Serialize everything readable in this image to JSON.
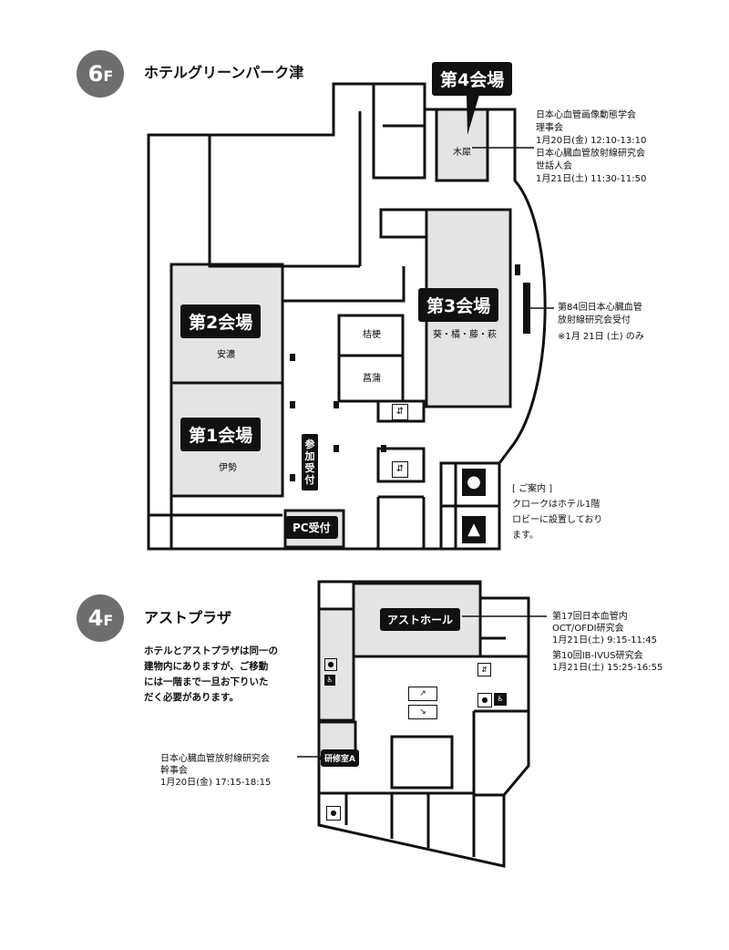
{
  "floor6": {
    "badge_number": "6",
    "badge_letter": "F",
    "title": "ホテルグリーンパーク津",
    "halls": {
      "hall4": "第4会場",
      "hall3": "第3会場",
      "hall2": "第2会場",
      "hall1": "第1会場",
      "pc_reception": "PC受付",
      "reception_vertical": "参加受付"
    },
    "rooms": {
      "hall4_room": "木犀",
      "hall3_room": "葵・橘・藤・萩",
      "hall2_room": "安濃",
      "hall1_room": "伊勢",
      "kikyo": "桔梗",
      "shobu": "菖蒲"
    },
    "notes": {
      "hall4_line1": "日本心血管画像動態学会",
      "hall4_line2": "理事会",
      "hall4_line3": "1月20日(金) 12:10-13:10",
      "hall4_line4": "日本心臓血管放射線研究会",
      "hall4_line5": "世話人会",
      "hall4_line6": "1月21日(土) 11:30-11:50",
      "hall3_line1": "第84回日本心臓血管",
      "hall3_line2": "放射線研究会受付",
      "hall3_line3": "※1月 21日 (土) のみ",
      "guide_title": "[ ご案内 ]",
      "guide_line1": "クロークはホテル1階",
      "guide_line2": "ロビーに設置しており",
      "guide_line3": "ます。"
    }
  },
  "floor4": {
    "badge_number": "4",
    "badge_letter": "F",
    "title": "アストプラザ",
    "description": [
      "ホテルとアストプラザは同一の",
      "建物内にありますが、ご移動",
      "には一階まで一旦お下りいた",
      "だく必要があります。"
    ],
    "halls": {
      "ast_hall": "アストホール",
      "training_room": "研修室A"
    },
    "notes": {
      "ast_line1": "第17回日本血管内",
      "ast_line2": "OCT/OFDI研究会",
      "ast_line3": "1月21日(土) 9:15-11:45",
      "ast_line4": "第10回IB-IVUS研究会",
      "ast_line5": "1月21日(土) 15:25-16:55",
      "training_line1": "日本心臓血管放射線研究会",
      "training_line2": "幹事会",
      "training_line3": "1月20日(金) 17:15-18:15"
    }
  },
  "colors": {
    "wall": "#111111",
    "hall_fill": "#e4e4e4",
    "badge": "#6e6e6e"
  }
}
